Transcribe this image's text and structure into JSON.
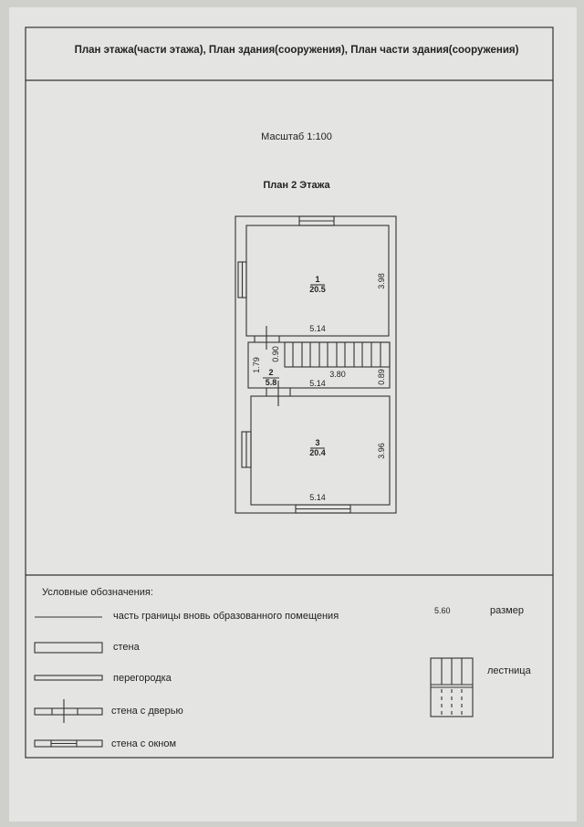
{
  "header": {
    "title": "План этажа(части этажа), План здания(сооружения), План части здания(сооружения)"
  },
  "plan": {
    "scale": "Масштаб 1:100",
    "title": "План 2 Этажа",
    "rooms": [
      {
        "number": "1",
        "area": "20.5",
        "width": "5.14",
        "depth": "3.98"
      },
      {
        "number": "2",
        "area": "5.8",
        "width": "5.14",
        "depth": "1.79"
      },
      {
        "number": "3",
        "area": "20.4",
        "width": "5.14",
        "depth": "3.96"
      }
    ],
    "stairs": {
      "length": "3.80",
      "width": "0.89",
      "gap": "0.90"
    }
  },
  "legend": {
    "title": "Условные обозначения:",
    "items": [
      {
        "label": "часть границы вновь образованного помещения"
      },
      {
        "label": "стена"
      },
      {
        "label": "перегородка"
      },
      {
        "label": "стена с дверью"
      },
      {
        "label": "стена с окном"
      }
    ],
    "size_sample": "5.60",
    "size_label": "размер",
    "stairs_label": "лестница"
  }
}
